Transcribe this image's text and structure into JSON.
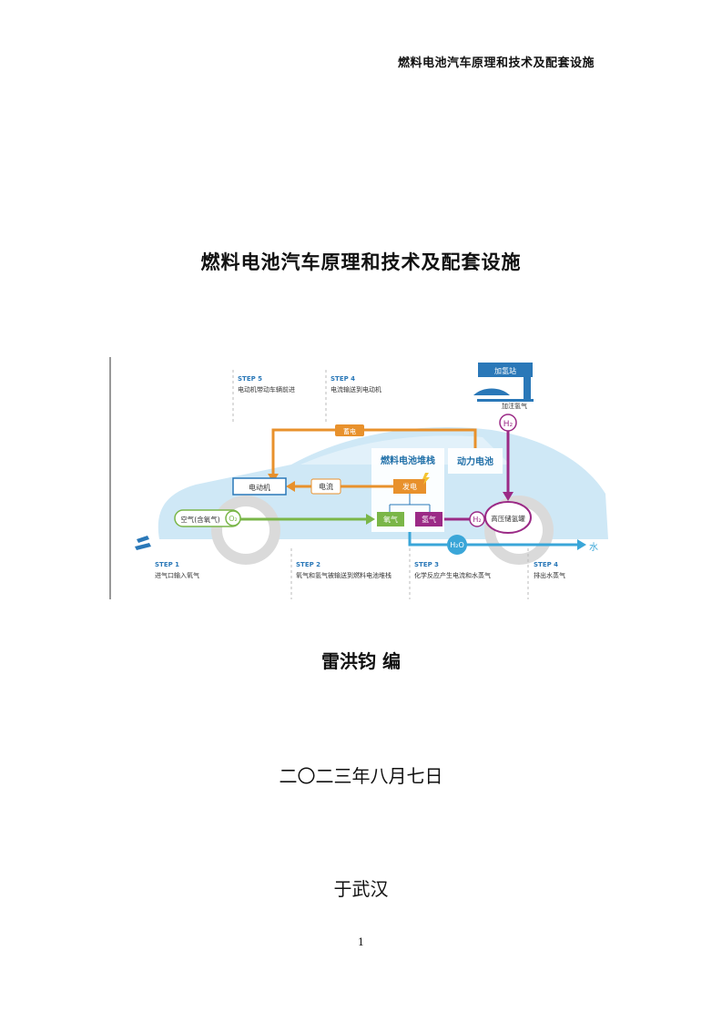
{
  "header": {
    "running_title": "燃料电池汽车原理和技术及配套设施"
  },
  "cover": {
    "title": "燃料电池汽车原理和技术及配套设施",
    "author": "雷洪钧 编",
    "date": "二〇二三年八月七日",
    "place": "于武汉",
    "page_number": "1"
  },
  "figure": {
    "station": {
      "label": "加氢站",
      "refuel": "加注氢气"
    },
    "h2": "H₂",
    "h2o": "H₂O",
    "water_symbol": "水",
    "fuel_stack": "燃料电池堆栈",
    "power_battery": "动力电池",
    "generate": "发电",
    "charge": "蓄电",
    "current": "电流",
    "motor": "电动机",
    "oxygen": "氧气",
    "hydrogen": "氢气",
    "air": "空气(含氧气)",
    "o2": "O₂",
    "tank": "高压储氢罐",
    "steps": [
      {
        "tag": "STEP 1",
        "text": "进气口输入氧气"
      },
      {
        "tag": "STEP 2",
        "text": "氧气和氢气被输送到燃料电池堆栈"
      },
      {
        "tag": "STEP 3",
        "text": "化学反应产生电流和水蒸气"
      },
      {
        "tag": "STEP 4",
        "text": "排出水蒸气"
      },
      {
        "tag": "STEP 4",
        "text": "电流输送到电动机"
      },
      {
        "tag": "STEP 5",
        "text": "电动机带动车辆前进"
      }
    ],
    "colors": {
      "orange": "#e8912c",
      "green": "#7ab648",
      "purple": "#9b2a86",
      "blue": "#3aa6d8",
      "car": "#cfe8f6"
    }
  }
}
